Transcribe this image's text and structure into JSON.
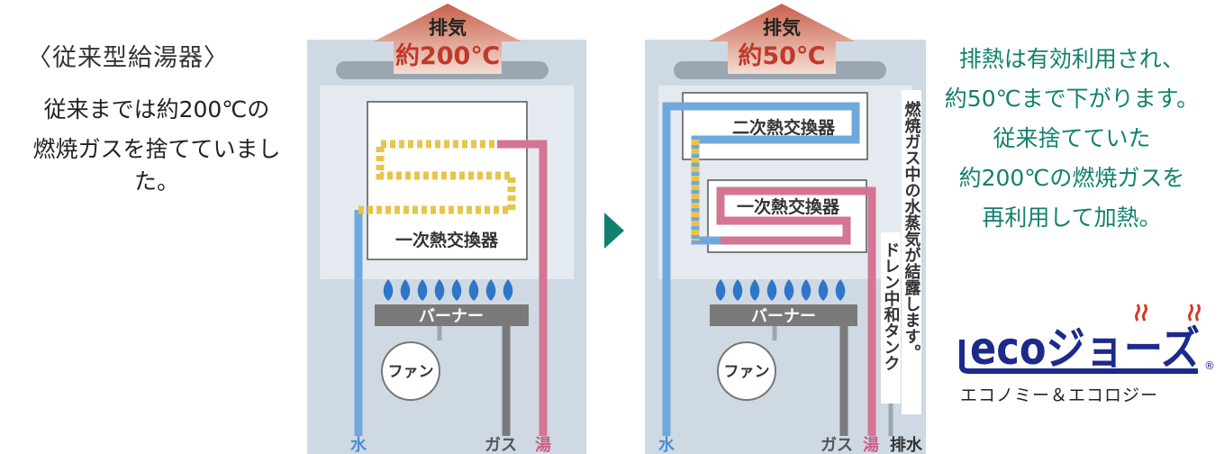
{
  "left": {
    "title": "〈従来型給湯器〉",
    "desc_line1": "従来までは約200℃の",
    "desc_line2": "燃焼ガスを捨てていました。"
  },
  "conventional": {
    "exhaust_label": "排気",
    "exhaust_temp": "約200℃",
    "exchanger_label": "一次熱交換器",
    "burner_label": "バーナー",
    "fan_label": "ファン",
    "water_label": "水",
    "gas_label": "ガス",
    "hot_label": "湯"
  },
  "eco": {
    "exhaust_label": "排気",
    "exhaust_temp": "約50℃",
    "secondary_label": "二次熱交換器",
    "primary_label": "一次熱交換器",
    "burner_label": "バーナー",
    "fan_label": "ファン",
    "condense_label": "燃焼ガス中の水蒸気が結露します。",
    "drain_tank_label": "ドレン中和タンク",
    "water_label": "水",
    "gas_label": "ガス",
    "hot_label": "湯",
    "drain_label": "排水"
  },
  "right": {
    "line1": "排熱は有効利用され、",
    "line2": "約50℃まで下がります。",
    "line3": "従来捨てていた",
    "line4": "約200℃の燃焼ガスを",
    "line5": "再利用して加熱。"
  },
  "logo": {
    "text": "ecoジョーズ",
    "caption": "エコノミー＆エコロジー"
  },
  "colors": {
    "water": "#6fa8dc",
    "hot": "#d47595",
    "gas": "#7a7a7a",
    "heat_yellow": "#e8c44a",
    "accent_green": "#12806e",
    "logo_blue": "#1c2a8c",
    "logo_red": "#d63a2a",
    "flame": "#2f76c8"
  }
}
